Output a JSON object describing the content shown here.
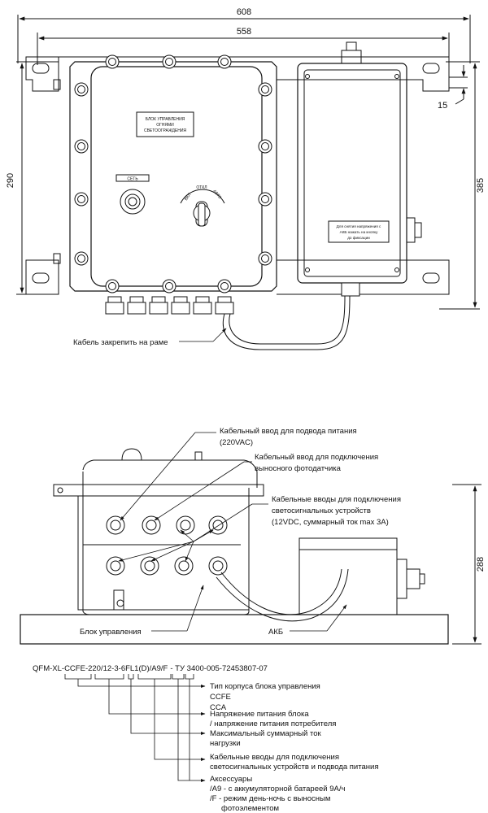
{
  "top_view": {
    "dim_width_outer": "608",
    "dim_width_inner": "558",
    "dim_height_left": "290",
    "dim_height_right": "385",
    "dim_flange": "15",
    "plate_line1": "БЛОК УПРАВЛЕНИЯ",
    "plate_line2": "ОГНЯМИ",
    "plate_line3": "СВЕТООГРАЖДЕНИЯ",
    "net_label": "СЕТЬ",
    "switch_off": "ОТКЛ",
    "switch_on": "ВКЛ",
    "switch_auto": "АВТО",
    "battery_note_line1": "Для снятия напряжения с",
    "battery_note_line2": "АКБ нажать на кнопку",
    "battery_note_line3": "до фиксации",
    "cable_note": "Кабель закрепить на раме"
  },
  "side_view": {
    "dim_height": "288",
    "callout_power_line1": "Кабельный ввод для подвода питания",
    "callout_power_line2": "(220VAC)",
    "callout_photo_line1": "Кабельный ввод для подключения",
    "callout_photo_line2": "выносного фотодатчика",
    "callout_signal_line1": "Кабельные вводы для подключения",
    "callout_signal_line2": "светосигнальных устройств",
    "callout_signal_line3": "(12VDC, суммарный ток max 3A)",
    "label_control": "Блок управления",
    "label_battery": "АКБ"
  },
  "order_code": {
    "seg1": "QFM-XL-",
    "seg2": "CCFE",
    "sep1": "-",
    "seg3": "220/12",
    "sep2": "-",
    "seg4": "3",
    "sep3": "-",
    "seg5": "6FL1(D)",
    "seg6": "/A9",
    "seg7": "/F",
    "seg8": "- ТУ 3400-005-72453807-07",
    "desc1_line1": "Тип корпуса блока управления",
    "desc1_line2": "CCFE",
    "desc1_line3": "CCA",
    "desc2_line1": "Напряжение питания блока",
    "desc2_line2": "/ напряжение питания потребителя",
    "desc3_line1": "Максимальный суммарный ток",
    "desc3_line2": "нагрузки",
    "desc4_line1": "Кабельные вводы для подключения",
    "desc4_line2": "светосигнальных устройств и подвода питания",
    "desc5_line1": "Аксессуары",
    "desc5_line2": "/A9 - с аккумуляторной батареей 9А/ч",
    "desc5_line3": "/F - режим день-ночь с выносным",
    "desc5_line4": "фотоэлементом"
  }
}
